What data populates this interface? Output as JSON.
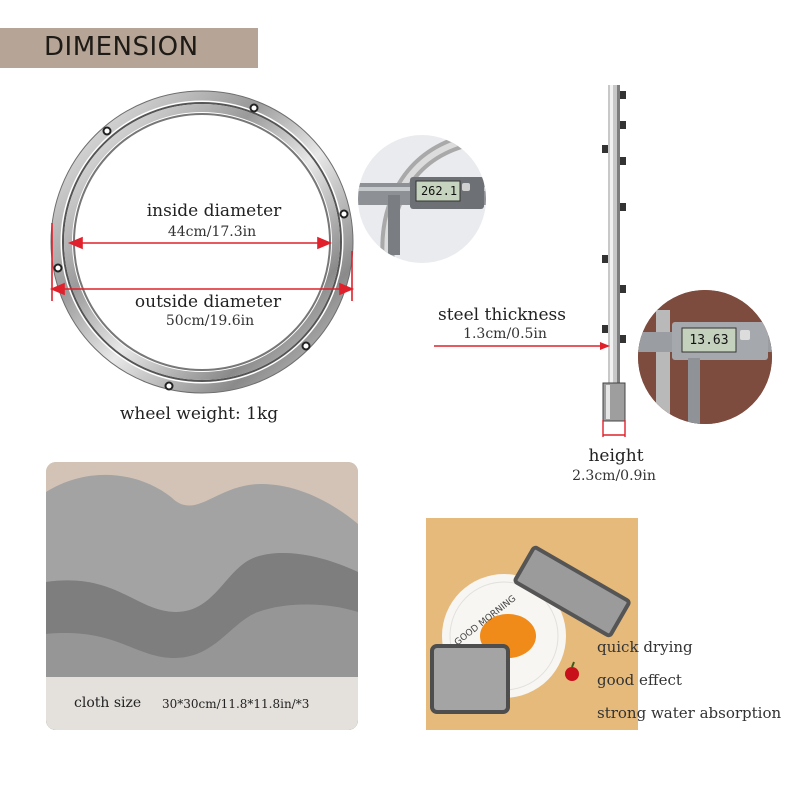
{
  "header": {
    "title": "DIMENSION"
  },
  "ring": {
    "inside_label": "inside diameter",
    "inside_value": "44cm/17.3in",
    "outside_label": "outside diameter",
    "outside_value": "50cm/19.6in",
    "weight": "wheel weight: 1kg"
  },
  "profile": {
    "steel_label": "steel thickness",
    "steel_value": "1.3cm/0.5in",
    "height_label": "height",
    "height_value": "2.3cm/0.9in"
  },
  "calipers": {
    "reading_1": "262.1",
    "reading_2": "13.63"
  },
  "cloth": {
    "size_label": "cloth size",
    "size_value": "30*30cm/11.8*11.8in/*3"
  },
  "plate": {
    "text": "GOOD MORNING"
  },
  "features": [
    "quick drying",
    "good effect",
    "strong water absorption"
  ],
  "colors": {
    "banner": "#b6a596",
    "arrow": "#e0202a"
  }
}
